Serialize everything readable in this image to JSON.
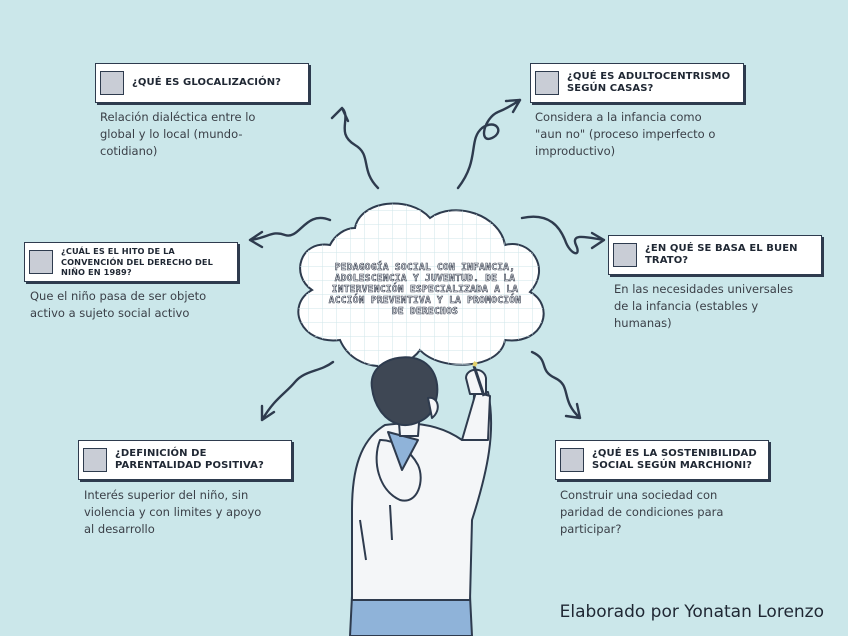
{
  "center": {
    "title": "PEDAGOGÍA SOCIAL CON INFANCIA, ADOLESCENCIA Y JUVENTUD. DE LA INTERVENCIÓN ESPECIALIZADA A LA ACCIÓN PREVENTIVA Y LA PROMOCIÓN DE DERECHOS"
  },
  "nodes": {
    "glocalizacion": {
      "question": "¿QUÉ ES GLOCALIZACIÓN?",
      "answer": "Relación dialéctica entre lo global y lo local (mundo-cotidiano)"
    },
    "adultocentrismo": {
      "question": "¿QUÉ ES ADULTOCENTRISMO SEGÚN CASAS?",
      "answer": "Considera a la infancia como \"aun no\" (proceso imperfecto o improductivo)"
    },
    "hito": {
      "question": "¿CUÁL ES EL HITO DE LA CONVENCIÓN DEL DERECHO DEL NIÑO EN 1989?",
      "answer": "Que el niño pasa de ser objeto activo a sujeto social activo"
    },
    "buen_trato": {
      "question": "¿EN QUÉ SE BASA EL BUEN TRATO?",
      "answer": "En las necesidades universales de la infancia (estables y humanas)"
    },
    "parentalidad": {
      "question": "¿DEFINICIÓN DE PARENTALIDAD POSITIVA?",
      "answer": "Interés superior del niño, sin violencia y con limites y apoyo al desarrollo"
    },
    "sostenibilidad": {
      "question": "¿QUÉ ES LA SOSTENIBILIDAD SOCIAL SEGÚN MARCHIONI?",
      "answer": "Construir una sociedad con paridad de condiciones para participar?"
    }
  },
  "credit": "Elaborado por Yonatan Lorenzo",
  "colors": {
    "background": "#cbe7ea",
    "card_border": "#2e3b4e",
    "checkbox": "#c9cdd6",
    "shirt": "#8fb3d9",
    "hair": "#3e4754"
  }
}
